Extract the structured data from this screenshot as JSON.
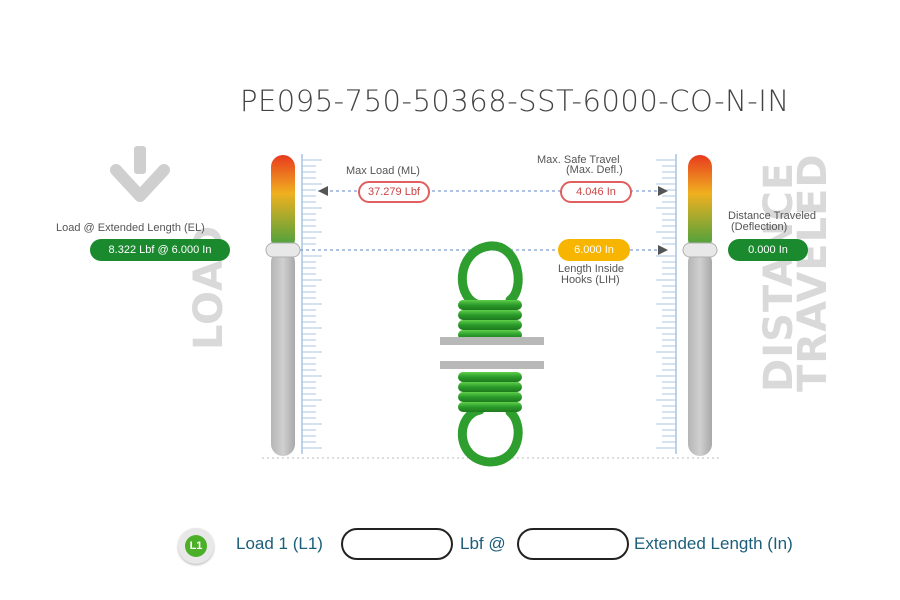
{
  "part_number": "PE095-750-50368-SST-6000-CO-N-IN",
  "load_side": {
    "word": "LOAD",
    "el_label": "Load @ Extended Length (EL)",
    "el_value": "8.322 Lbf @ 6.000 In"
  },
  "distance_side": {
    "word_line1": "DISTANCE",
    "word_line2": "TRAVELED",
    "label_line1": "Distance Traveled",
    "label_line2": "(Deflection)",
    "value": "0.000 In"
  },
  "max_load": {
    "label": "Max Load (ML)",
    "value": "37.279 Lbf"
  },
  "max_safe_travel": {
    "label_line1": "Max. Safe Travel",
    "label_line2": "(Max. Defl.)",
    "value": "4.046 In"
  },
  "length_inside_hooks": {
    "value": "6.000 In",
    "label_line1": "Length Inside",
    "label_line2": "Hooks (LIH)"
  },
  "colors": {
    "green": "#1b8a2e",
    "spring_green": "#2e9e2e",
    "orange": "#f7b500",
    "red_outline": "#e06060",
    "ruler_blue": "#a9c4e4"
  },
  "bottom_bar": {
    "badge": "L1",
    "load_label": "Load 1 (L1)",
    "unit_label": "Lbf @",
    "extended_label": "Extended Length (In)",
    "load_value": "",
    "length_value": ""
  },
  "icons": {
    "arrow": "arrow-down-icon"
  }
}
